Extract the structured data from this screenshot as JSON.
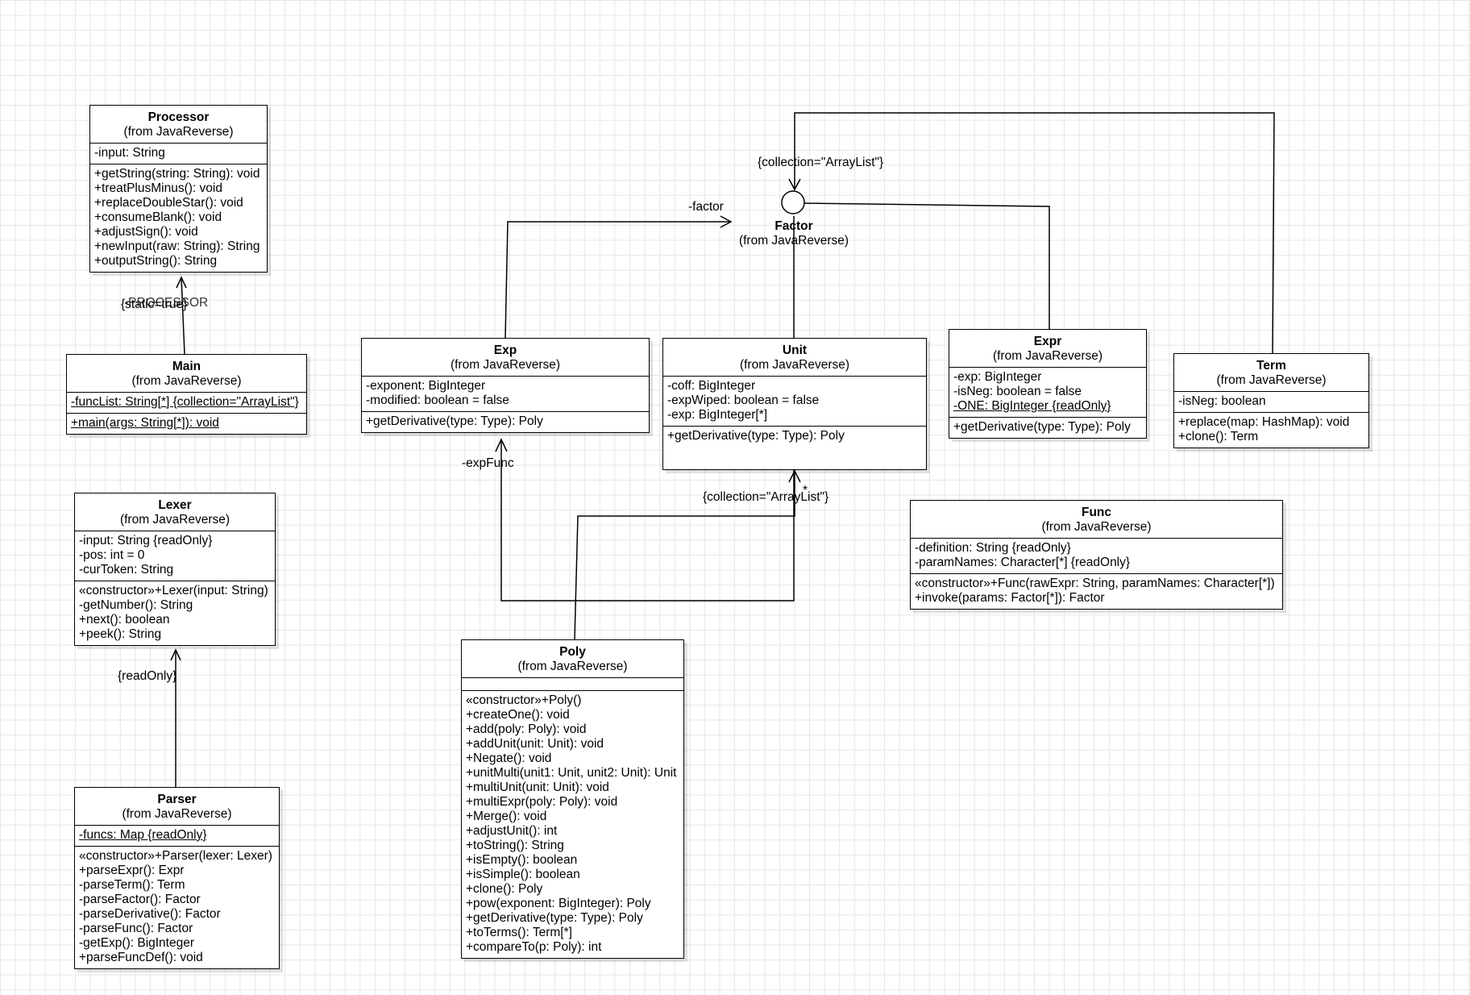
{
  "classes": {
    "processor": {
      "name": "Processor",
      "from": "(from JavaReverse)",
      "attributes": [
        "-input: String"
      ],
      "operations": [
        "+getString(string: String): void",
        "+treatPlusMinus(): void",
        "+replaceDoubleStar(): void",
        "+consumeBlank(): void",
        "+adjustSign(): void",
        "+newInput(raw: String): String",
        "+outputString(): String"
      ]
    },
    "main": {
      "name": "Main",
      "from": "(from JavaReverse)",
      "attributes": [
        "-funcList: String[*] {collection=\"ArrayList\"}"
      ],
      "operations": [
        "+main(args: String[*]): void"
      ]
    },
    "lexer": {
      "name": "Lexer",
      "from": "(from JavaReverse)",
      "attributes": [
        "-input: String {readOnly}",
        "-pos: int = 0",
        "-curToken: String"
      ],
      "operations": [
        "«constructor»+Lexer(input: String)",
        "-getNumber(): String",
        "+next(): boolean",
        "+peek(): String"
      ]
    },
    "parser": {
      "name": "Parser",
      "from": "(from JavaReverse)",
      "attributes": [
        "-funcs: Map {readOnly}"
      ],
      "operations": [
        "«constructor»+Parser(lexer: Lexer)",
        "+parseExpr(): Expr",
        "-parseTerm(): Term",
        "-parseFactor(): Factor",
        "-parseDerivative(): Factor",
        "-parseFunc(): Factor",
        "-getExp(): BigInteger",
        "+parseFuncDef(): void"
      ]
    },
    "exp": {
      "name": "Exp",
      "from": "(from JavaReverse)",
      "attributes": [
        "-exponent: BigInteger",
        "-modified: boolean = false"
      ],
      "operations": [
        "+getDerivative(type: Type): Poly"
      ]
    },
    "unit": {
      "name": "Unit",
      "from": "(from JavaReverse)",
      "attributes": [
        "-coff: BigInteger",
        "-expWiped: boolean = false",
        "-exp: BigInteger[*]"
      ],
      "operations": [
        "+getDerivative(type: Type): Poly"
      ]
    },
    "expr": {
      "name": "Expr",
      "from": "(from JavaReverse)",
      "attributes": [
        "-exp: BigInteger",
        "-isNeg: boolean = false",
        "-ONE: BigInteger {readOnly}"
      ],
      "operations": [
        "+getDerivative(type: Type): Poly"
      ]
    },
    "term": {
      "name": "Term",
      "from": "(from JavaReverse)",
      "attributes": [
        "-isNeg: boolean"
      ],
      "operations": [
        "+replace(map: HashMap): void",
        "+clone(): Term"
      ]
    },
    "func": {
      "name": "Func",
      "from": "(from JavaReverse)",
      "attributes": [
        "-definition: String {readOnly}",
        "-paramNames: Character[*] {readOnly}"
      ],
      "operations": [
        "«constructor»+Func(rawExpr: String, paramNames: Character[*])",
        "+invoke(params: Factor[*]): Factor"
      ]
    },
    "poly": {
      "name": "Poly",
      "from": "(from JavaReverse)",
      "attributes": [],
      "operations": [
        "«constructor»+Poly()",
        "+createOne(): void",
        "+add(poly: Poly): void",
        "+addUnit(unit: Unit): void",
        "+Negate(): void",
        "+unitMulti(unit1: Unit, unit2: Unit): Unit",
        "+multiUnit(unit: Unit): void",
        "+multiExpr(poly: Poly): void",
        "+Merge(): void",
        "+adjustUnit(): int",
        "+toString(): String",
        "+isEmpty(): boolean",
        "+isSimple(): boolean",
        "+clone(): Poly",
        "+pow(exponent: BigInteger): Poly",
        "+getDerivative(type: Type): Poly",
        "+toTerms(): Term[*]",
        "+compareTo(p: Poly): int"
      ]
    }
  },
  "interface": {
    "name": "Factor",
    "from": "(from JavaReverse)"
  },
  "labels": {
    "factor_role": "-factor",
    "factor_collection": "{collection=\"ArrayList\"}",
    "expfunc_role": "-expFunc",
    "unit_collection": "{collection=\"ArrayList\"}",
    "unit_multiplicity": "*",
    "processor_static": "{static=true}",
    "processor_role": "-PROCESSOR",
    "lexer_readonly": "{readOnly}"
  }
}
